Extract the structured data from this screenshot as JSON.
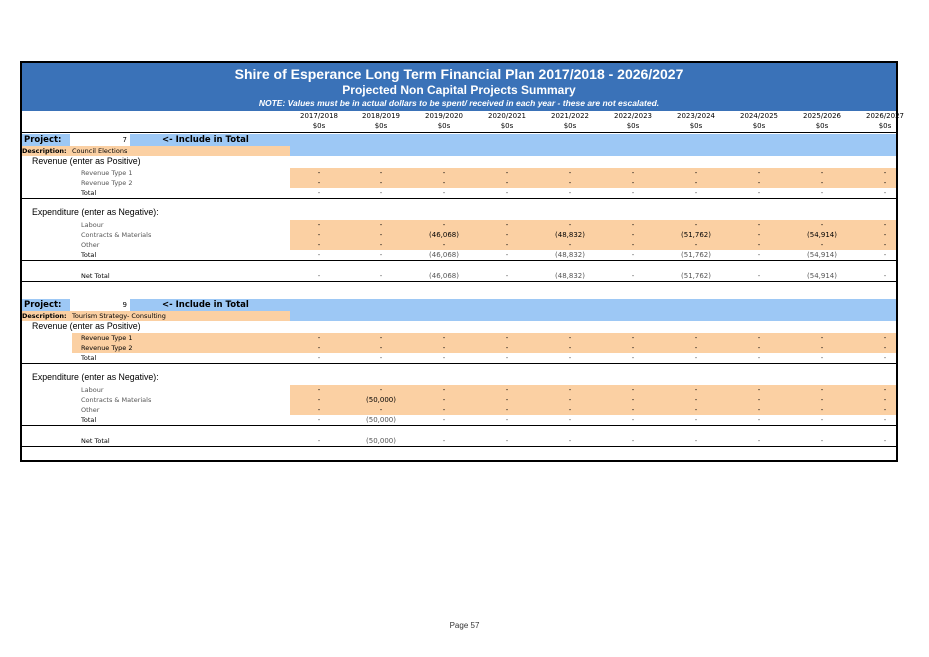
{
  "title": "Shire of Esperance Long Term Financial Plan 2017/2018 - 2026/2027",
  "subtitle": "Projected Non Capital Projects Summary",
  "note": "NOTE: Values must be in actual dollars to be spent/ received in each year - these are not escalated.",
  "years": [
    "2017/2018",
    "2018/2019",
    "2019/2020",
    "2020/2021",
    "2021/2022",
    "2022/2023",
    "2023/2024",
    "2024/2025",
    "2025/2026",
    "2026/2027"
  ],
  "unit": "$0s",
  "labels": {
    "project": "Project:",
    "description": "Description:",
    "include": "<- Include in Total",
    "revenue_head": "Revenue (enter as Positive)",
    "expenditure_head": "Expenditure (enter as Negative):",
    "total": "Total",
    "net_total": "Net Total"
  },
  "projects": [
    {
      "number": "7",
      "description": "Council Elections",
      "revenue": [
        {
          "name": "Revenue Type 1",
          "values": [
            "-",
            "-",
            "-",
            "-",
            "-",
            "-",
            "-",
            "-",
            "-",
            "-"
          ]
        },
        {
          "name": "Revenue Type 2",
          "values": [
            "-",
            "-",
            "-",
            "-",
            "-",
            "-",
            "-",
            "-",
            "-",
            "-"
          ]
        }
      ],
      "revenue_total": [
        "-",
        "-",
        "-",
        "-",
        "-",
        "-",
        "-",
        "-",
        "-",
        "-"
      ],
      "expenditure": [
        {
          "name": "Labour",
          "values": [
            "-",
            "-",
            "-",
            "-",
            "-",
            "-",
            "-",
            "-",
            "-",
            "-"
          ]
        },
        {
          "name": "Contracts & Materials",
          "values": [
            "-",
            "-",
            "(46,068)",
            "-",
            "(48,832)",
            "-",
            "(51,762)",
            "-",
            "(54,914)",
            "-"
          ]
        },
        {
          "name": "Other",
          "values": [
            "-",
            "-",
            "-",
            "-",
            "-",
            "-",
            "-",
            "-",
            "-",
            "-"
          ]
        }
      ],
      "expenditure_total": [
        "-",
        "-",
        "(46,068)",
        "-",
        "(48,832)",
        "-",
        "(51,762)",
        "-",
        "(54,914)",
        "-"
      ],
      "net_total": [
        "-",
        "-",
        "(46,068)",
        "-",
        "(48,832)",
        "-",
        "(51,762)",
        "-",
        "(54,914)",
        "-"
      ]
    },
    {
      "number": "9",
      "description": "Tourism Strategy- Consulting",
      "revenue": [
        {
          "name": "Revenue Type 1",
          "values": [
            "-",
            "-",
            "-",
            "-",
            "-",
            "-",
            "-",
            "-",
            "-",
            "-"
          ]
        },
        {
          "name": "Revenue Type 2",
          "values": [
            "-",
            "-",
            "-",
            "-",
            "-",
            "-",
            "-",
            "-",
            "-",
            "-"
          ]
        }
      ],
      "revenue_total": [
        "-",
        "-",
        "-",
        "-",
        "-",
        "-",
        "-",
        "-",
        "-",
        "-"
      ],
      "expenditure": [
        {
          "name": "Labour",
          "values": [
            "-",
            "-",
            "-",
            "-",
            "-",
            "-",
            "-",
            "-",
            "-",
            "-"
          ]
        },
        {
          "name": "Contracts & Materials",
          "values": [
            "-",
            "(50,000)",
            "-",
            "-",
            "-",
            "-",
            "-",
            "-",
            "-",
            "-"
          ]
        },
        {
          "name": "Other",
          "values": [
            "-",
            "-",
            "-",
            "-",
            "-",
            "-",
            "-",
            "-",
            "-",
            "-"
          ]
        }
      ],
      "expenditure_total": [
        "-",
        "(50,000)",
        "-",
        "-",
        "-",
        "-",
        "-",
        "-",
        "-",
        "-"
      ],
      "net_total": [
        "-",
        "(50,000)",
        "-",
        "-",
        "-",
        "-",
        "-",
        "-",
        "-",
        "-"
      ]
    }
  ],
  "page_label": "Page 57"
}
